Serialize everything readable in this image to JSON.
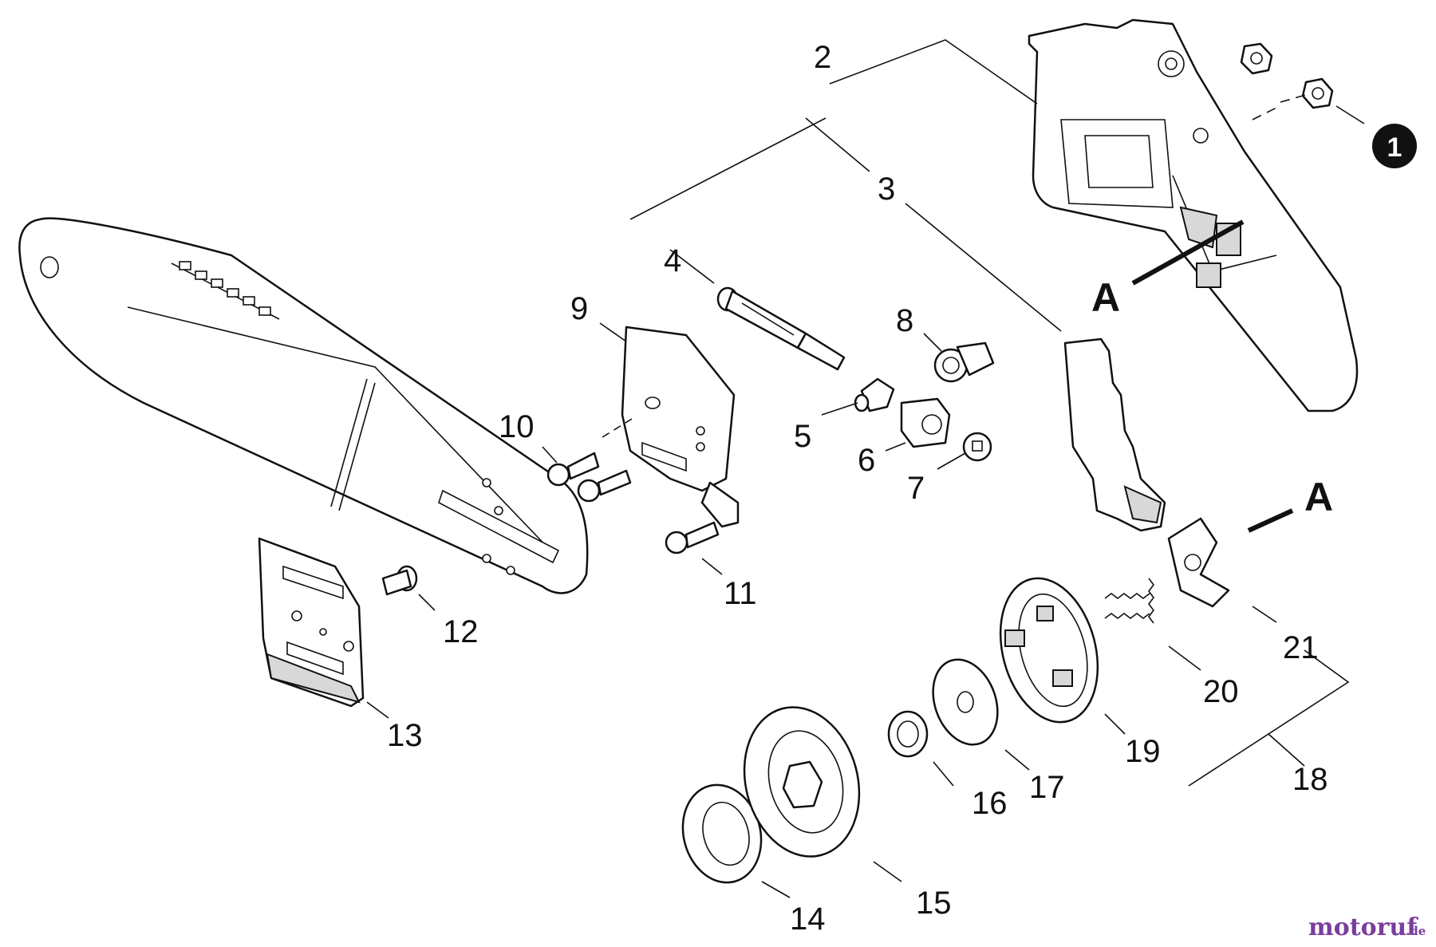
{
  "callouts": {
    "c2": "2",
    "c3": "3",
    "c4": "4",
    "c5": "5",
    "c6": "6",
    "c7": "7",
    "c8": "8",
    "c9": "9",
    "c10": "10",
    "c11": "11",
    "c12": "12",
    "c13": "13",
    "c14": "14",
    "c15": "15",
    "c16": "16",
    "c17": "17",
    "c18": "18",
    "c19": "19",
    "c20": "20",
    "c21": "21"
  },
  "section_markers": {
    "left": "A",
    "right": "A"
  },
  "badge": {
    "label": "1"
  },
  "watermark": {
    "main": "motoruf",
    "suffix": ".de"
  },
  "colors": {
    "ink": "#111111",
    "watermark": "#7a3e9c"
  }
}
